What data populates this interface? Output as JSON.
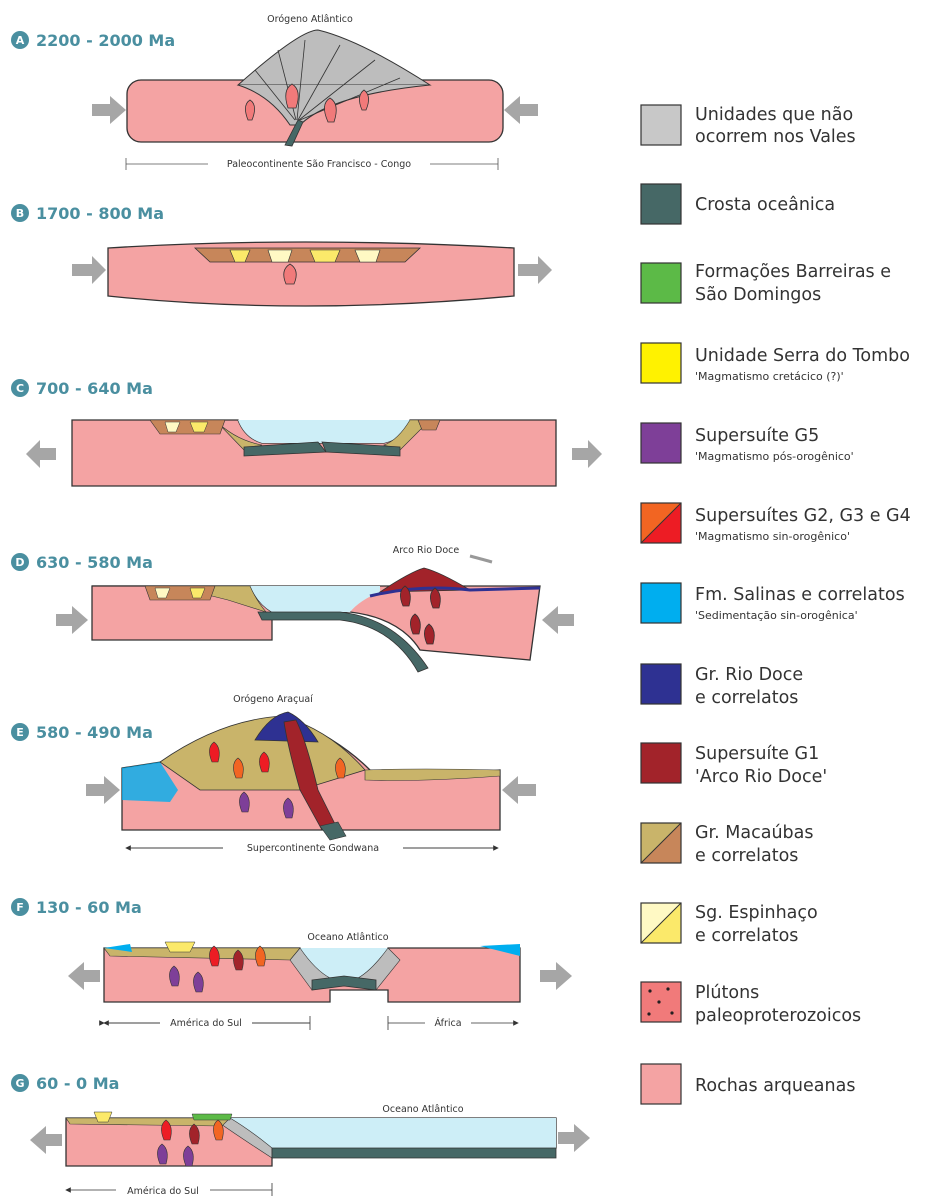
{
  "stages": [
    {
      "letter": "A",
      "label": "2200 - 2000 Ma",
      "annotations": [
        "Orógeno Atlântico",
        "Paleocontinente São Francisco - Congo"
      ]
    },
    {
      "letter": "B",
      "label": "1700 - 800 Ma",
      "annotations": []
    },
    {
      "letter": "C",
      "label": "700 - 640 Ma",
      "annotations": []
    },
    {
      "letter": "D",
      "label": "630 - 580 Ma",
      "annotations": [
        "Arco Rio Doce"
      ]
    },
    {
      "letter": "E",
      "label": "580 - 490 Ma",
      "annotations": [
        "Orógeno Araçuaí",
        "Supercontinente Gondwana"
      ]
    },
    {
      "letter": "F",
      "label": "130 - 60 Ma",
      "annotations": [
        "Oceano Atlântico",
        "América do Sul",
        "África"
      ]
    },
    {
      "letter": "G",
      "label": "60 - 0 Ma",
      "annotations": [
        "Oceano Atlântico",
        "América do Sul"
      ]
    }
  ],
  "legend": [
    {
      "lines": [
        "Unidades que não",
        "ocorrem nos Vales"
      ],
      "sub": "",
      "colors": [
        "#c8c8c8"
      ]
    },
    {
      "lines": [
        "Crosta oceânica"
      ],
      "sub": "",
      "colors": [
        "#466866"
      ]
    },
    {
      "lines": [
        "Formações Barreiras e",
        "São Domingos"
      ],
      "sub": "",
      "colors": [
        "#5cba47"
      ]
    },
    {
      "lines": [
        "Unidade Serra do Tombo"
      ],
      "sub": "'Magmatismo cretácico (?)'",
      "colors": [
        "#fff200"
      ]
    },
    {
      "lines": [
        "Supersuíte G5"
      ],
      "sub": "'Magmatismo pós-orogênico'",
      "colors": [
        "#7e3f98"
      ]
    },
    {
      "lines": [
        "Supersuítes G2, G3 e G4"
      ],
      "sub": "'Magmatismo sin-orogênico'",
      "colors": [
        "#f26522",
        "#ed1c24"
      ]
    },
    {
      "lines": [
        "Fm. Salinas e correlatos"
      ],
      "sub": "'Sedimentação sin-orogênica'",
      "colors": [
        "#00aeef"
      ]
    },
    {
      "lines": [
        "Gr. Rio Doce",
        "e correlatos"
      ],
      "sub": "",
      "colors": [
        "#2e3192"
      ]
    },
    {
      "lines": [
        "Supersuíte G1",
        "'Arco Rio Doce'"
      ],
      "sub": "",
      "colors": [
        "#a2232a"
      ]
    },
    {
      "lines": [
        "Gr. Macaúbas",
        "e correlatos"
      ],
      "sub": "",
      "colors": [
        "#c9b46a",
        "#c7865a"
      ]
    },
    {
      "lines": [
        "Sg. Espinhaço",
        "e correlatos"
      ],
      "sub": "",
      "colors": [
        "#fff9c4",
        "#fbe96a"
      ]
    },
    {
      "lines": [
        "Plútons",
        "paleoproterozoicos"
      ],
      "sub": "",
      "colors": [
        "#f17a7a"
      ]
    },
    {
      "lines": [
        "Rochas arqueanas"
      ],
      "sub": "",
      "colors": [
        "#f4a3a3"
      ]
    }
  ]
}
